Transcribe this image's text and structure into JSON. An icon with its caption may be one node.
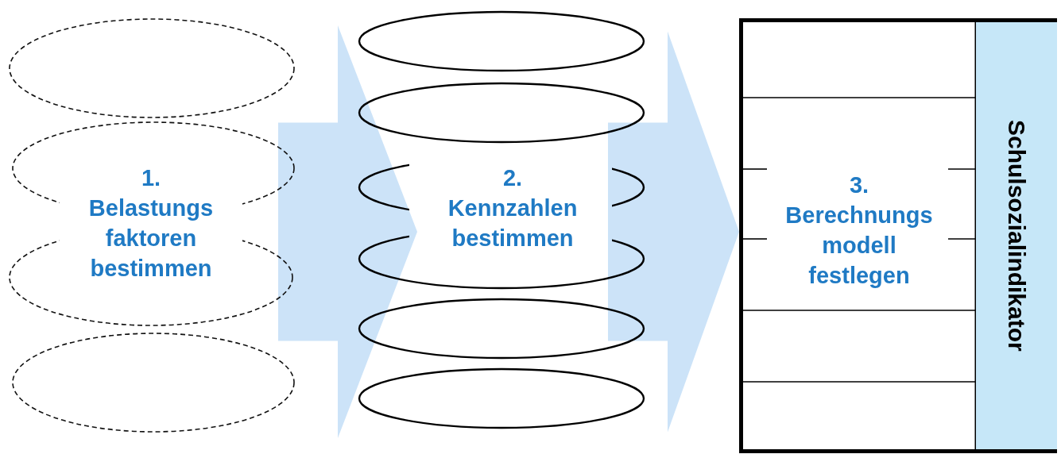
{
  "diagram": {
    "nodes": [
      {
        "text": [],
        "shape": "ellipse"
      },
      {
        "text": [],
        "shape": "ellipse"
      },
      {
        "text": [],
        "shape": "ellipse"
      },
      {
        "text": [],
        "shape": "ellipse"
      },
      {
        "text": [
          "1. Belastungs faktoren bestimmen"
        ]
      },
      {
        "text": [],
        "shape": "ellipse"
      },
      {
        "text": [],
        "shape": "ellipse"
      },
      {
        "text": [],
        "shape": "ellipse"
      },
      {
        "text": [],
        "shape": "ellipse"
      },
      {
        "text": [],
        "shape": "ellipse"
      },
      {
        "text": [],
        "shape": "ellipse"
      },
      {
        "text": [
          "2. Kennzahlen bestimmen"
        ]
      },
      {
        "text": [
          "3. Berechnungs modell festlegen"
        ]
      },
      {
        "text": [
          "Schulsozialindikator"
        ],
        "in": 12
      }
    ],
    "edges": [
      {
        "from": 4,
        "to": 11,
        "arrow": "to"
      },
      {
        "from": 11,
        "to": 12,
        "arrow": "to"
      }
    ]
  }
}
